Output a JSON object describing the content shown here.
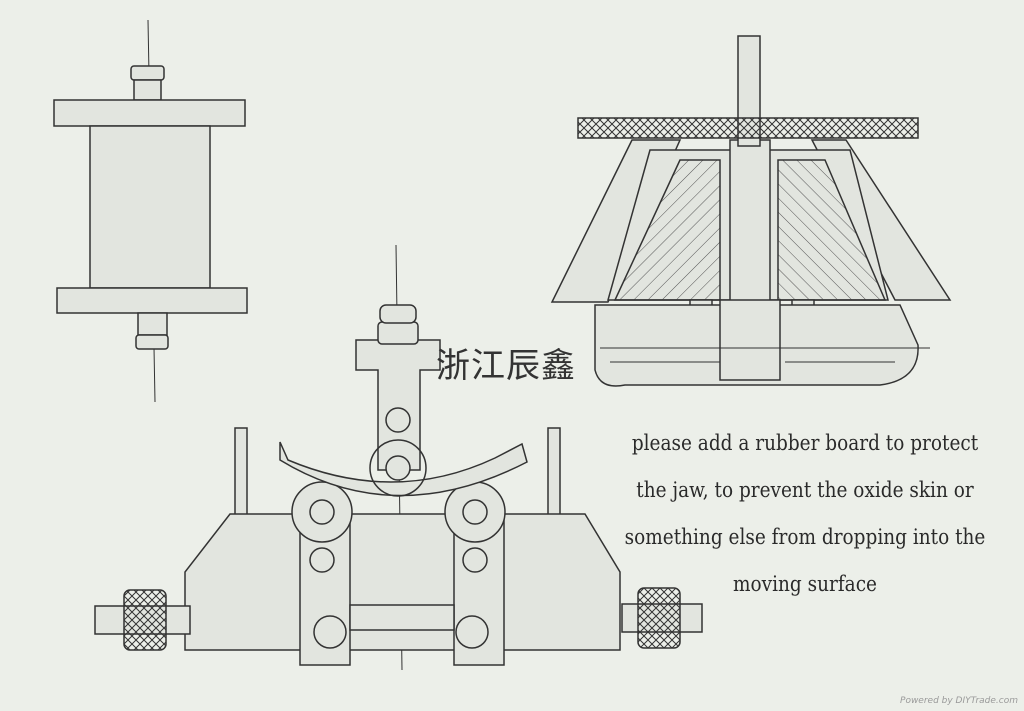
{
  "watermark": "浙江辰鑫",
  "note_lines": [
    "please add a rubber board to protect",
    "the jaw, to prevent the oxide skin or",
    "something else from dropping into the",
    "moving surface"
  ],
  "credit": "Powered by DIYTrade.com",
  "colors": {
    "line": "#333333",
    "fill": "#e2e5df",
    "background": "#ecefe9"
  }
}
